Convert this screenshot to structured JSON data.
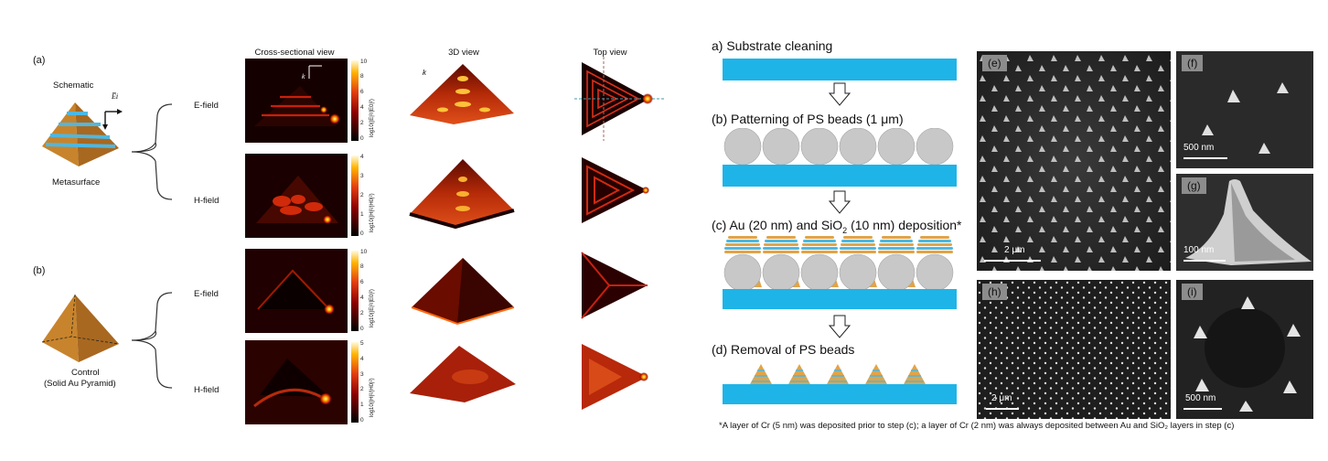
{
  "left_figure": {
    "panel_a": "(a)",
    "panel_b": "(b)",
    "schematic_label": "Schematic",
    "metasurface_label": "Metasurface",
    "control_label_1": "Control",
    "control_label_2": "(Solid Au Pyramid)",
    "e_vector_label": "E̅i",
    "headers": {
      "cross": "Cross-sectional view",
      "view3d": "3D view",
      "top": "Top view"
    },
    "row_labels": [
      "E-field",
      "H-field",
      "E-field",
      "H-field"
    ],
    "k_label": "k",
    "colorbars": [
      {
        "ticks": [
          "10",
          "8",
          "6",
          "4",
          "2",
          "0"
        ],
        "label": "log10(|E|²/|E0|²)"
      },
      {
        "ticks": [
          "4",
          "3",
          "2",
          "1",
          "0"
        ],
        "label": "log10(|H|²/|H0|²)"
      },
      {
        "ticks": [
          "10",
          "8",
          "6",
          "4",
          "2",
          "0"
        ],
        "label": "log10(|E|²/|E0|²)"
      },
      {
        "ticks": [
          "5",
          "4",
          "3",
          "2",
          "1",
          "0"
        ],
        "label": "log10(|H|²/|H0|²)"
      }
    ]
  },
  "fab_steps": {
    "a": "a) Substrate cleaning",
    "b": "(b) Patterning of PS beads (1 μm)",
    "c_pre": "(c) Au (20 nm) and SiO",
    "c_sub": "2",
    "c_post": " (10 nm) deposition*",
    "d": "(d) Removal of PS beads"
  },
  "sem_panels": {
    "e": {
      "label": "(e)",
      "scale": "2 μm"
    },
    "f": {
      "label": "(f)",
      "scale": "500 nm"
    },
    "g": {
      "label": "(g)",
      "scale": "100 nm"
    },
    "h": {
      "label": "(h)",
      "scale": "2 μm"
    },
    "i": {
      "label": "(i)",
      "scale": "500 nm"
    }
  },
  "footnote": "*A layer of Cr (5 nm) was deposited prior to step (c); a layer of Cr (2 nm) was always deposited between Au and SiO₂ layers in step (c)",
  "colors": {
    "substrate": "#1eb4e8",
    "bead": "#c8c8c8",
    "gold": "#e0a44a",
    "pyramid": "#c8842c",
    "field_dark": "#1a0000",
    "field_hot": "#ffd21e"
  }
}
